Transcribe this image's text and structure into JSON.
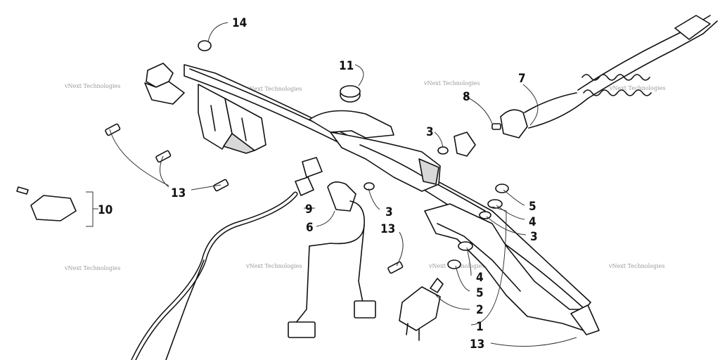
{
  "watermark": {
    "text": "vNext Technologies"
  },
  "callouts": {
    "c1": "1",
    "c2": "2",
    "c3a": "3",
    "c3b": "3",
    "c3c": "3",
    "c4a": "4",
    "c4b": "4",
    "c5a": "5",
    "c5b": "5",
    "c6": "6",
    "c7": "7",
    "c8": "8",
    "c9": "9",
    "c10": "10",
    "c11": "11",
    "c13a": "13",
    "c13b": "13",
    "c13c": "13",
    "c14": "14"
  },
  "colors": {
    "line": "#111111",
    "background": "#ffffff",
    "watermark": "#9a9a9a"
  }
}
